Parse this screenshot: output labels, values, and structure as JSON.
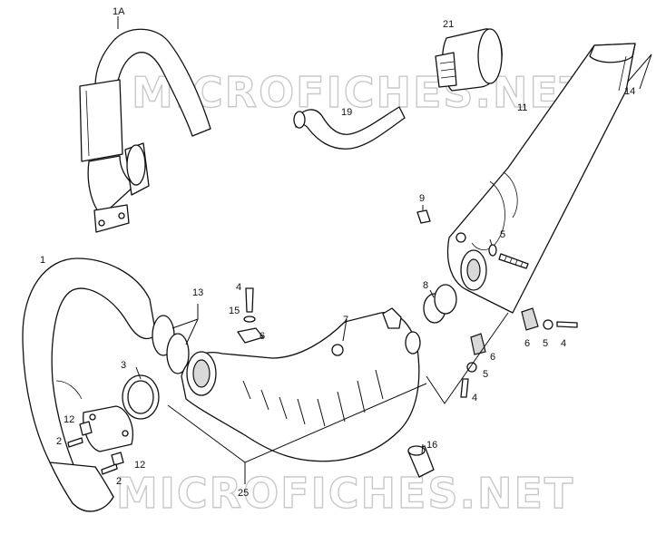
{
  "watermark": {
    "text": "MICROFICHES.NET",
    "color": "#c9c9c9"
  },
  "callouts": {
    "c1A": "1A",
    "c21": "21",
    "c19": "19",
    "c11": "11",
    "c14": "14",
    "c9": "9",
    "c5a": "5",
    "c1": "1",
    "c13": "13",
    "c4a": "4",
    "c15": "15",
    "c6a": "6",
    "c7": "7",
    "c8": "8",
    "c3": "3",
    "c12a": "12",
    "c2a": "2",
    "c12b": "12",
    "c2b": "2",
    "c25": "25",
    "c16": "16",
    "c6b": "6",
    "c5b": "5",
    "c4b": "4",
    "c6c": "6",
    "c5c": "5",
    "c4c": "4"
  }
}
